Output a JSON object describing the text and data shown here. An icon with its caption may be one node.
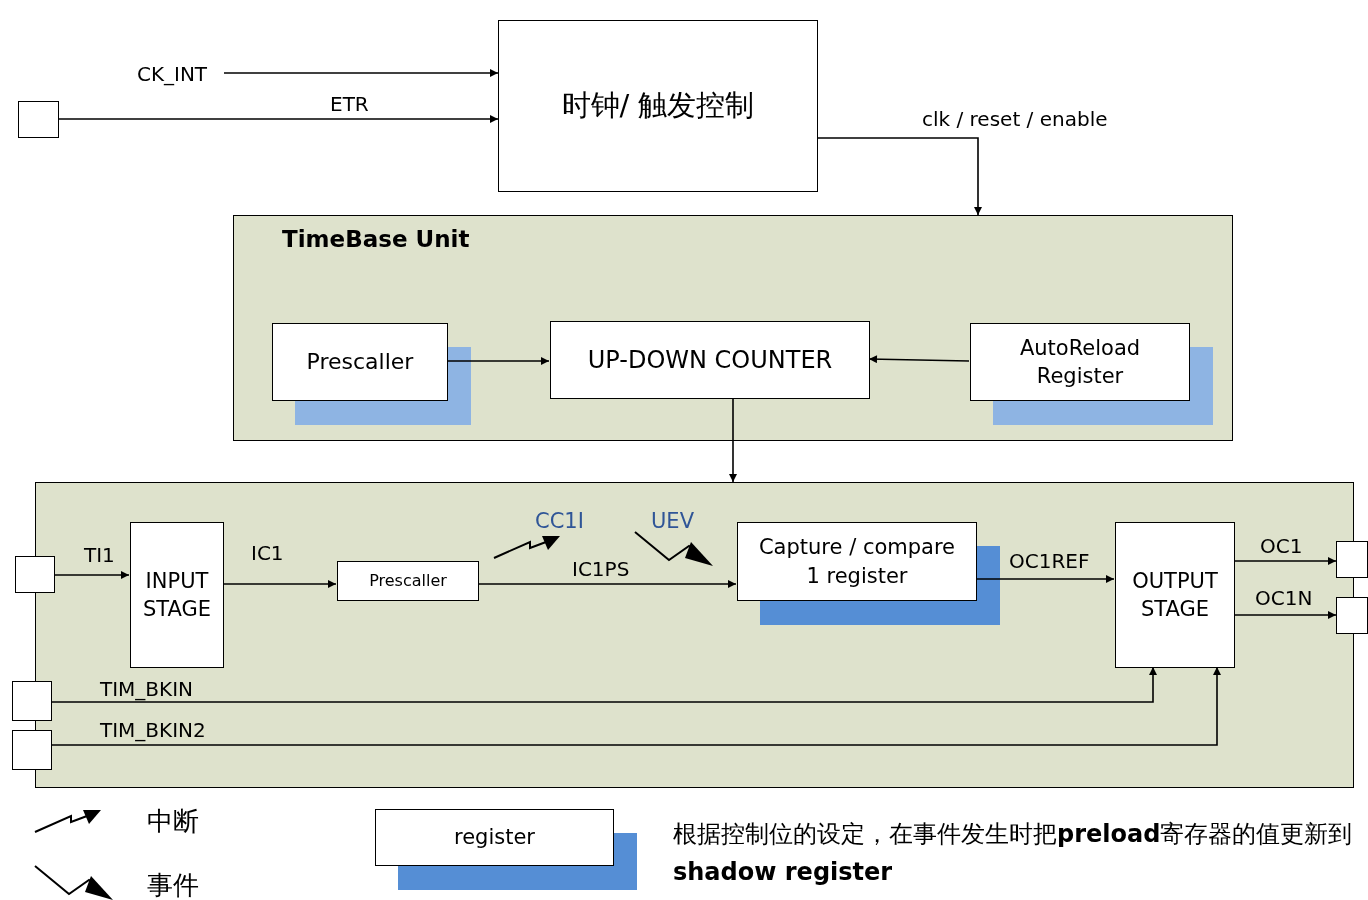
{
  "diagram": {
    "nodes": [
      {
        "text": [
          "CK_INT"
        ]
      },
      {
        "text": [],
        "shape": "box"
      },
      {
        "text": [
          "时钟/ 触发控制"
        ]
      },
      {
        "text": [
          "TimeBase Unit"
        ]
      },
      {
        "text": [
          "Prescaller"
        ],
        "in": 3
      },
      {
        "text": [
          "UP-DOWN COUNTER"
        ],
        "in": 3
      },
      {
        "text": [
          "AutoReload Register"
        ],
        "in": 3
      },
      {
        "text": [],
        "shape": "box"
      },
      {
        "text": [],
        "shape": "box"
      },
      {
        "text": [
          "INPUT STAGE"
        ],
        "in": 7
      },
      {
        "text": [
          "Prescaller"
        ],
        "in": 7
      },
      {
        "text": [
          "Capture / compare 1 register"
        ],
        "in": 7
      },
      {
        "text": [
          "OUTPUT STAGE"
        ],
        "in": 7
      },
      {
        "text": [],
        "shape": "box"
      },
      {
        "text": [],
        "shape": "box"
      },
      {
        "text": [],
        "shape": "box"
      },
      {
        "text": [],
        "shape": "box"
      },
      {
        "text": [
          "register"
        ]
      }
    ],
    "edges": [
      {
        "from": 0,
        "to": 2,
        "arrow": "to"
      },
      {
        "from": 1,
        "to": 2,
        "arrow": "to",
        "label": "ETR"
      },
      {
        "from": 2,
        "to": 3,
        "arrow": "to",
        "label": "clk / reset / enable"
      },
      {
        "from": 4,
        "to": 5,
        "arrow": "to"
      },
      {
        "from": 6,
        "to": 5,
        "arrow": "to"
      },
      {
        "from": 5,
        "to": 7,
        "arrow": "to"
      },
      {
        "from": 8,
        "to": 9,
        "arrow": "to",
        "label": "TI1"
      },
      {
        "from": 9,
        "to": 10,
        "arrow": "to",
        "label": "IC1"
      },
      {
        "from": 10,
        "to": 11,
        "arrow": "to",
        "label": "IC1PS"
      },
      {
        "from": 11,
        "to": 12,
        "arrow": "to",
        "label": "OC1REF"
      },
      {
        "from": 12,
        "to": 13,
        "arrow": "to",
        "label": "OC1"
      },
      {
        "from": 12,
        "to": 14,
        "arrow": "to",
        "label": "OC1N"
      },
      {
        "from": 15,
        "to": 12,
        "arrow": "to",
        "label": "TIM_BKIN"
      },
      {
        "from": 16,
        "to": 12,
        "arrow": "to",
        "label": "TIM_BKIN2"
      }
    ],
    "labels": [
      "CC1I",
      "UEV",
      "根据控制位的设定，在事件发生时把**preload**寄存器的值更新到**shadow register**"
    ],
    "legend": [
      {
        "text": "中断"
      },
      {
        "text": "事件"
      }
    ]
  }
}
